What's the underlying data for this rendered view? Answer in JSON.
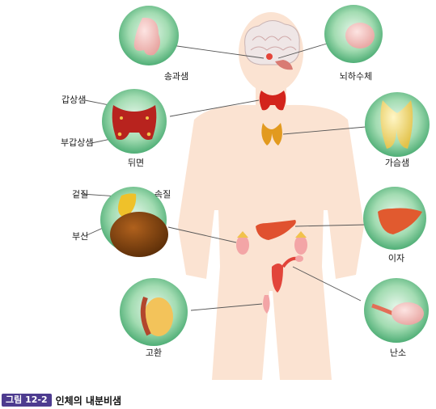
{
  "organs": {
    "pineal": "송과샘",
    "pituitary": "뇌하수체",
    "thyroid_back": "뒤면",
    "thyroid": "갑상샘",
    "parathyroid": "부갑상샘",
    "thymus": "가슴샘",
    "cortex": "겉질",
    "medulla": "속질",
    "adrenal": "부신",
    "pancreas": "이자",
    "testis": "고환",
    "ovary": "난소"
  },
  "caption": {
    "tag": "그림 12-2",
    "text": "인체의 내분비샘"
  },
  "colors": {
    "circle": "#6cc48f",
    "body": "#fbe3d2",
    "caption_tag": "#4d3b8f"
  }
}
